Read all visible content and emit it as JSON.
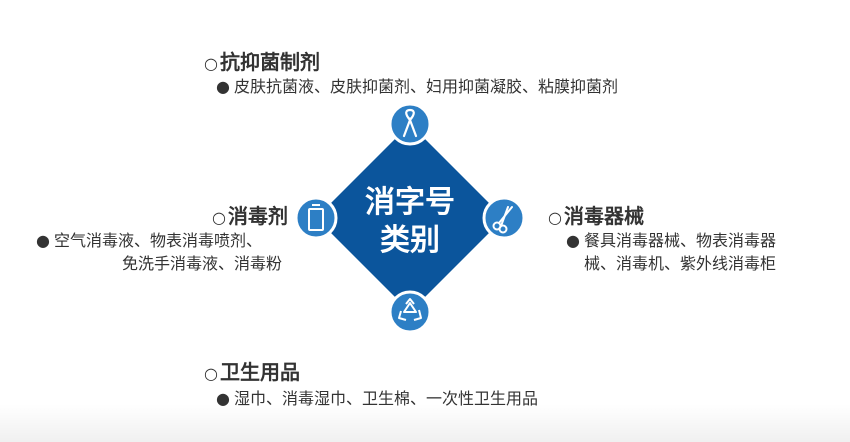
{
  "center": {
    "line1": "消字号",
    "line2": "类别"
  },
  "categories": {
    "top": {
      "title": "抗抑菌制剂",
      "items": "皮肤抗菌液、皮肤抑菌剂、妇用抑菌凝胶、粘膜抑菌剂",
      "icon": "ribbon-icon"
    },
    "right": {
      "title": "消毒器械",
      "items_line1": "餐具消毒器械、物表消毒器",
      "items_line2": "械、消毒机、紫外线消毒柜",
      "icon": "scissors-icon"
    },
    "left": {
      "title": "消毒剂",
      "items_line1": "空气消毒液、物表消毒喷剂、",
      "items_line2": "免洗手消毒液、消毒粉",
      "icon": "bottle-icon"
    },
    "bottom": {
      "title": "卫生用品",
      "items": "湿巾、消毒湿巾、卫生棉、一次性卫生用品",
      "icon": "recycle-icon"
    }
  },
  "symbols": {
    "circle": "○",
    "bullet": "●"
  },
  "colors": {
    "diamond": "#0b559c",
    "badge": "#2d7fc5",
    "badge_ring": "#ffffff",
    "text": "#333333"
  }
}
